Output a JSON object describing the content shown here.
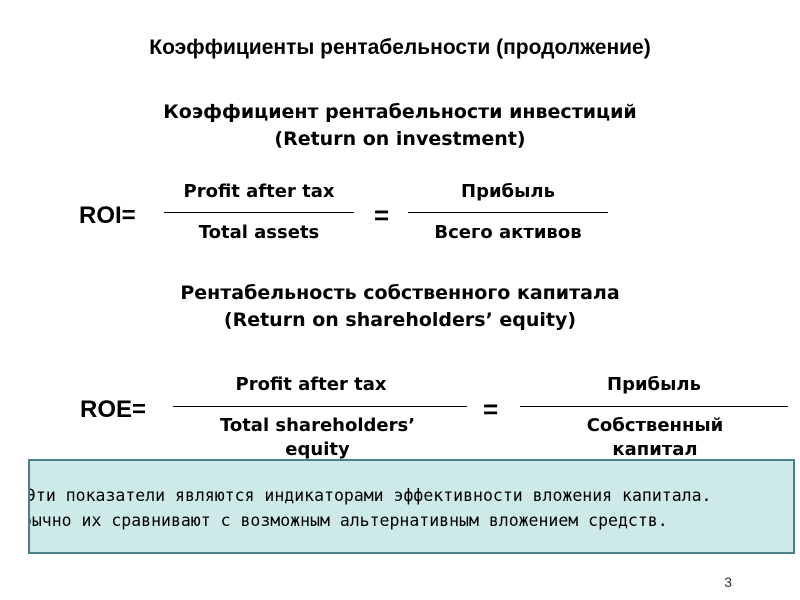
{
  "title": "Коэффициенты рентабельности (продолжение)",
  "roi": {
    "heading_ru": "Коэффициент рентабельности инвестиций",
    "heading_en": "(Return on investment)",
    "label": "ROI=",
    "en_numerator": "Profit after tax",
    "en_denominator": "Total assets",
    "equals": "=",
    "ru_numerator": "Прибыль",
    "ru_denominator": "Всего активов"
  },
  "roe": {
    "heading_ru": "Рентабельность собственного капитала",
    "heading_en": "(Return on shareholders’ equity)",
    "label": "ROE=",
    "en_numerator": "Profit after tax",
    "en_denominator": "Total shareholders’ equity",
    "equals": "=",
    "ru_numerator": "Прибыль",
    "ru_denominator": "Собственный капитал"
  },
  "note": {
    "line1": "Эти показатели являются индикаторами эффективности вложения капитала.",
    "line2": "Обычно их сравнивают с возможным альтернативным вложением средств."
  },
  "page_number": "3"
}
